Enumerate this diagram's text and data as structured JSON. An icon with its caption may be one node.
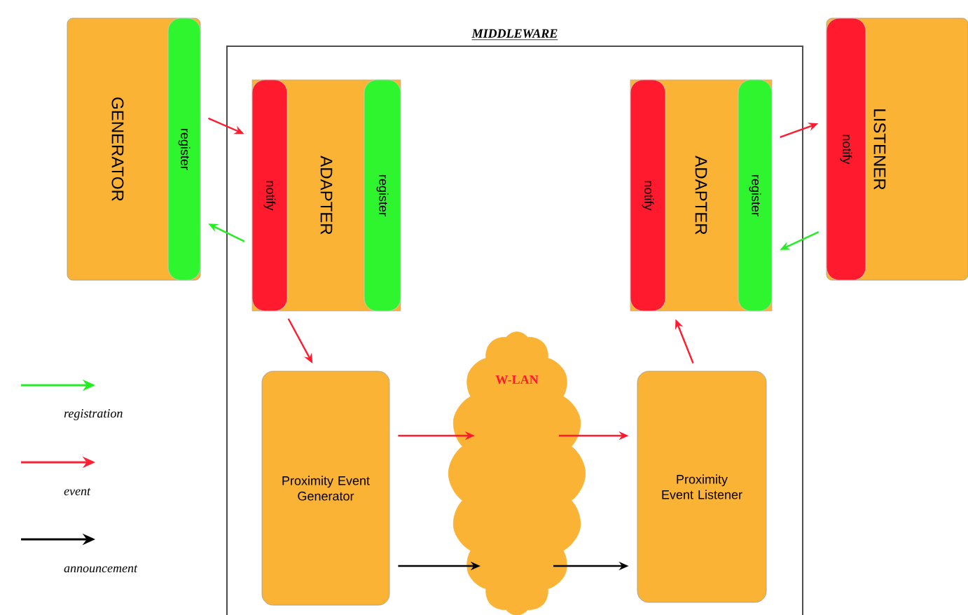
{
  "diagram": {
    "nodes": [
      {
        "text": [
          "MIDDLEWARE"
        ]
      },
      {
        "text": [
          "GENERATOR"
        ]
      },
      {
        "text": [
          "register"
        ],
        "in": 1
      },
      {
        "text": [
          "ADAPTER"
        ],
        "in": 0
      },
      {
        "text": [
          "notify"
        ],
        "in": 3
      },
      {
        "text": [
          "register"
        ],
        "in": 3
      },
      {
        "text": [
          "ADAPTER"
        ],
        "in": 0
      },
      {
        "text": [
          "notify"
        ],
        "in": 6
      },
      {
        "text": [
          "register"
        ],
        "in": 6
      },
      {
        "text": [
          "LISTENER"
        ]
      },
      {
        "text": [
          "notify"
        ],
        "in": 9
      },
      {
        "text": [
          "Proximity Event Generator"
        ],
        "in": 0
      },
      {
        "text": [
          "W-LAN"
        ],
        "in": 0
      },
      {
        "text": [
          "Proximity Event Listener"
        ],
        "in": 0
      }
    ],
    "edges": [
      {
        "from": 2,
        "to": 4,
        "arrow": "to"
      },
      {
        "from": 4,
        "to": 2,
        "arrow": "to",
        "color": "#22ee22"
      },
      {
        "from": 8,
        "to": 10,
        "arrow": "to"
      },
      {
        "from": 10,
        "to": 8,
        "arrow": "to",
        "color": "#22ee22"
      },
      {
        "from": 3,
        "to": 11,
        "arrow": "to"
      },
      {
        "from": 13,
        "to": 6,
        "arrow": "to"
      },
      {
        "from": 11,
        "to": 12,
        "arrow": "to"
      },
      {
        "from": 11,
        "to": 12,
        "arrow": "to",
        "color": "#000000"
      },
      {
        "from": 12,
        "to": 13,
        "arrow": "to"
      },
      {
        "from": 12,
        "to": 13,
        "arrow": "to",
        "color": "#000000"
      }
    ],
    "legend": [
      {
        "text": "registration",
        "color": "#22ee22"
      },
      {
        "text": "event",
        "color": "#ff2233"
      },
      {
        "text": "announcement",
        "color": "#000000"
      }
    ]
  }
}
